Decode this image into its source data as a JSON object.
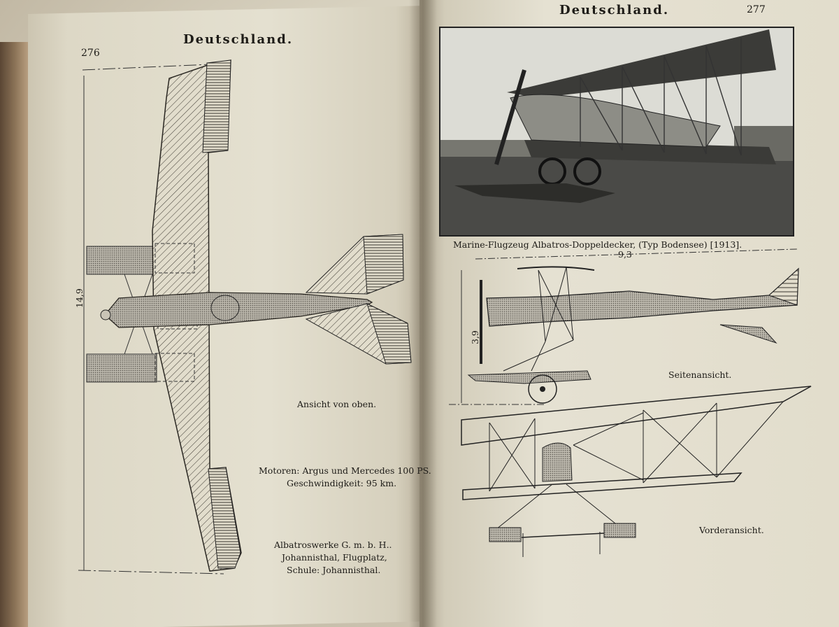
{
  "left_page": {
    "header": "Deutschland.",
    "page_number": "276",
    "dimension_label": "14,9",
    "view_caption": "Ansicht von oben.",
    "engines": "Motoren: Argus und Mercedes 100 PS.",
    "speed": "Geschwindigkeit: 95 km.",
    "maker": "Albatroswerke G. m. b. H..",
    "location": "Johannisthal, Flugplatz,",
    "school": "Schule: Johannisthal."
  },
  "right_page": {
    "header": "Deutschland.",
    "page_number": "277",
    "photo_caption": "Marine-Flugzeug Albatros-Doppeldecker, (Typ Bodensee) [1913].",
    "length_label": "9,3",
    "height_label": "3,9",
    "side_caption": "Seitenansicht.",
    "front_caption": "Vorderansicht."
  },
  "colors": {
    "paper": "#e4e0d0",
    "ink": "#1e1c18",
    "hatch": "#555048"
  }
}
